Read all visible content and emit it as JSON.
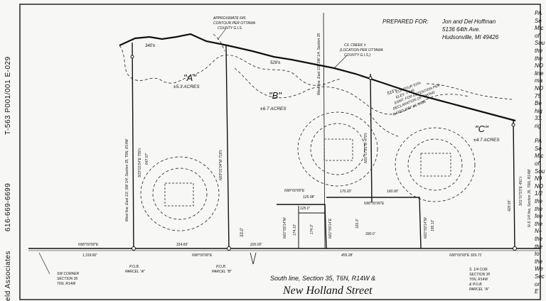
{
  "fax": {
    "page_code": "T-563  P001/001  E-029",
    "company": "eld Associates",
    "phone": "616-669-6699"
  },
  "prepared_for": {
    "label": "PREPARED FOR:",
    "name": "Jon and Del Hoffman",
    "address1": "5136 64th Ave.",
    "address2": "Hudsonville, MI 49426"
  },
  "parcels": {
    "a": {
      "name": "\"A\"",
      "area": "±5.3 ACRES"
    },
    "b": {
      "name": "\"B\"",
      "area": "±6.7 ACRES"
    },
    "c": {
      "name": "\"C\"",
      "area": "±4.7 ACRES"
    }
  },
  "notes": {
    "contour_645": "APPROXIMATE 645",
    "contour_645_2": "CONTOUR PER OTTAWA",
    "contour_645_3": "COUNTY G.I.S.",
    "creek_1": "C/L CREEK ±",
    "creek_2": "(LOCATION PER OTTAWA",
    "creek_3": "COUNTY G.I.S.)",
    "contour_1": "CONTOUR 515±",
    "contour_2": "ELEV. = 645",
    "contour_3": "ESMT. FOR DETENTION PER",
    "contour_4": "DECLARATION OF TAKING",
    "contour_5": "DATED MAY 18, 1999"
  },
  "dimensions": {
    "top_a": "340'±",
    "top_b": "529'±",
    "top_c": "515'±",
    "bearing_a_east": "S03°01'04\"E 759'±",
    "dist_a": "647.57'",
    "bearing_a_west": "N03°01'04\"W 718'±",
    "west_line_label": "West line, East 1/2, SW 1/4, Section 35, T6N, R14W",
    "west_line_b": "West line, East 1/2, SW 1/4, Section 35",
    "bearing_b": "N01°57'23\"W 470'±",
    "ns_line": "N-S 1/4 line, Section 35, T6N, R14W",
    "bearing_c": "S01°57'23\"E 491'±",
    "dist_c": "420.55'",
    "b_33": "33.0'",
    "b_12508": "125.08'",
    "b_1250": "125.0'",
    "b_17410": "174.10'",
    "b_1740": "174.0'",
    "b_n01_a": "N01°59'14\"W",
    "b_n01_b": "N01°59'14\"E",
    "b_17020": "170.20'",
    "b_1600": "160.00'",
    "b_1650": "165.0'",
    "b_19512": "195.12'",
    "b_n90_mid": "N90°00'00\"E",
    "b_n90_top": "N90°00'00\"E",
    "b_n01_c": "N01°59'14\"W",
    "b_3300": "330.0'",
    "s_n90_w": "N90°00'00\"E",
    "s_131882": "1,318.82'",
    "s_31483": "314.83'",
    "s_2200": "220.00'",
    "s_45528": "455.28'",
    "s_n90_b": "N90°00'00\"E",
    "s_n90_e": "N90°00'00\"E 329.71'"
  },
  "points": {
    "sw_corner": [
      "SW CORNER",
      "SECTION 35",
      "T6N, R14W"
    ],
    "pob_a": [
      "P.O.B.",
      "PARCEL \"A\""
    ],
    "pob_b": [
      "P.O.B.",
      "PARCEL \"B\""
    ],
    "s_qtr": [
      "S. 1/4 COR.",
      "SECTION 35",
      "T6N, R14W",
      "& P.O.B.",
      "PARCEL \"A\""
    ]
  },
  "south_line": "South line, Section 35, T6N, R14W &",
  "street": "New Holland Street",
  "right_text": [
    "PA",
    "Se",
    "Mic",
    "of",
    "Sou",
    "the",
    "the",
    "NO",
    "line",
    "ma",
    "NO",
    "75",
    "Be",
    "hig",
    "33.",
    "rig",
    "",
    "PA",
    "Se",
    "Mic",
    "of",
    "Sou",
    "N9",
    "NO",
    "1/2",
    "the",
    "the",
    "fee",
    "the",
    "N–",
    "the",
    "the",
    "to",
    "the",
    "We",
    "Sec",
    "or",
    "E"
  ]
}
